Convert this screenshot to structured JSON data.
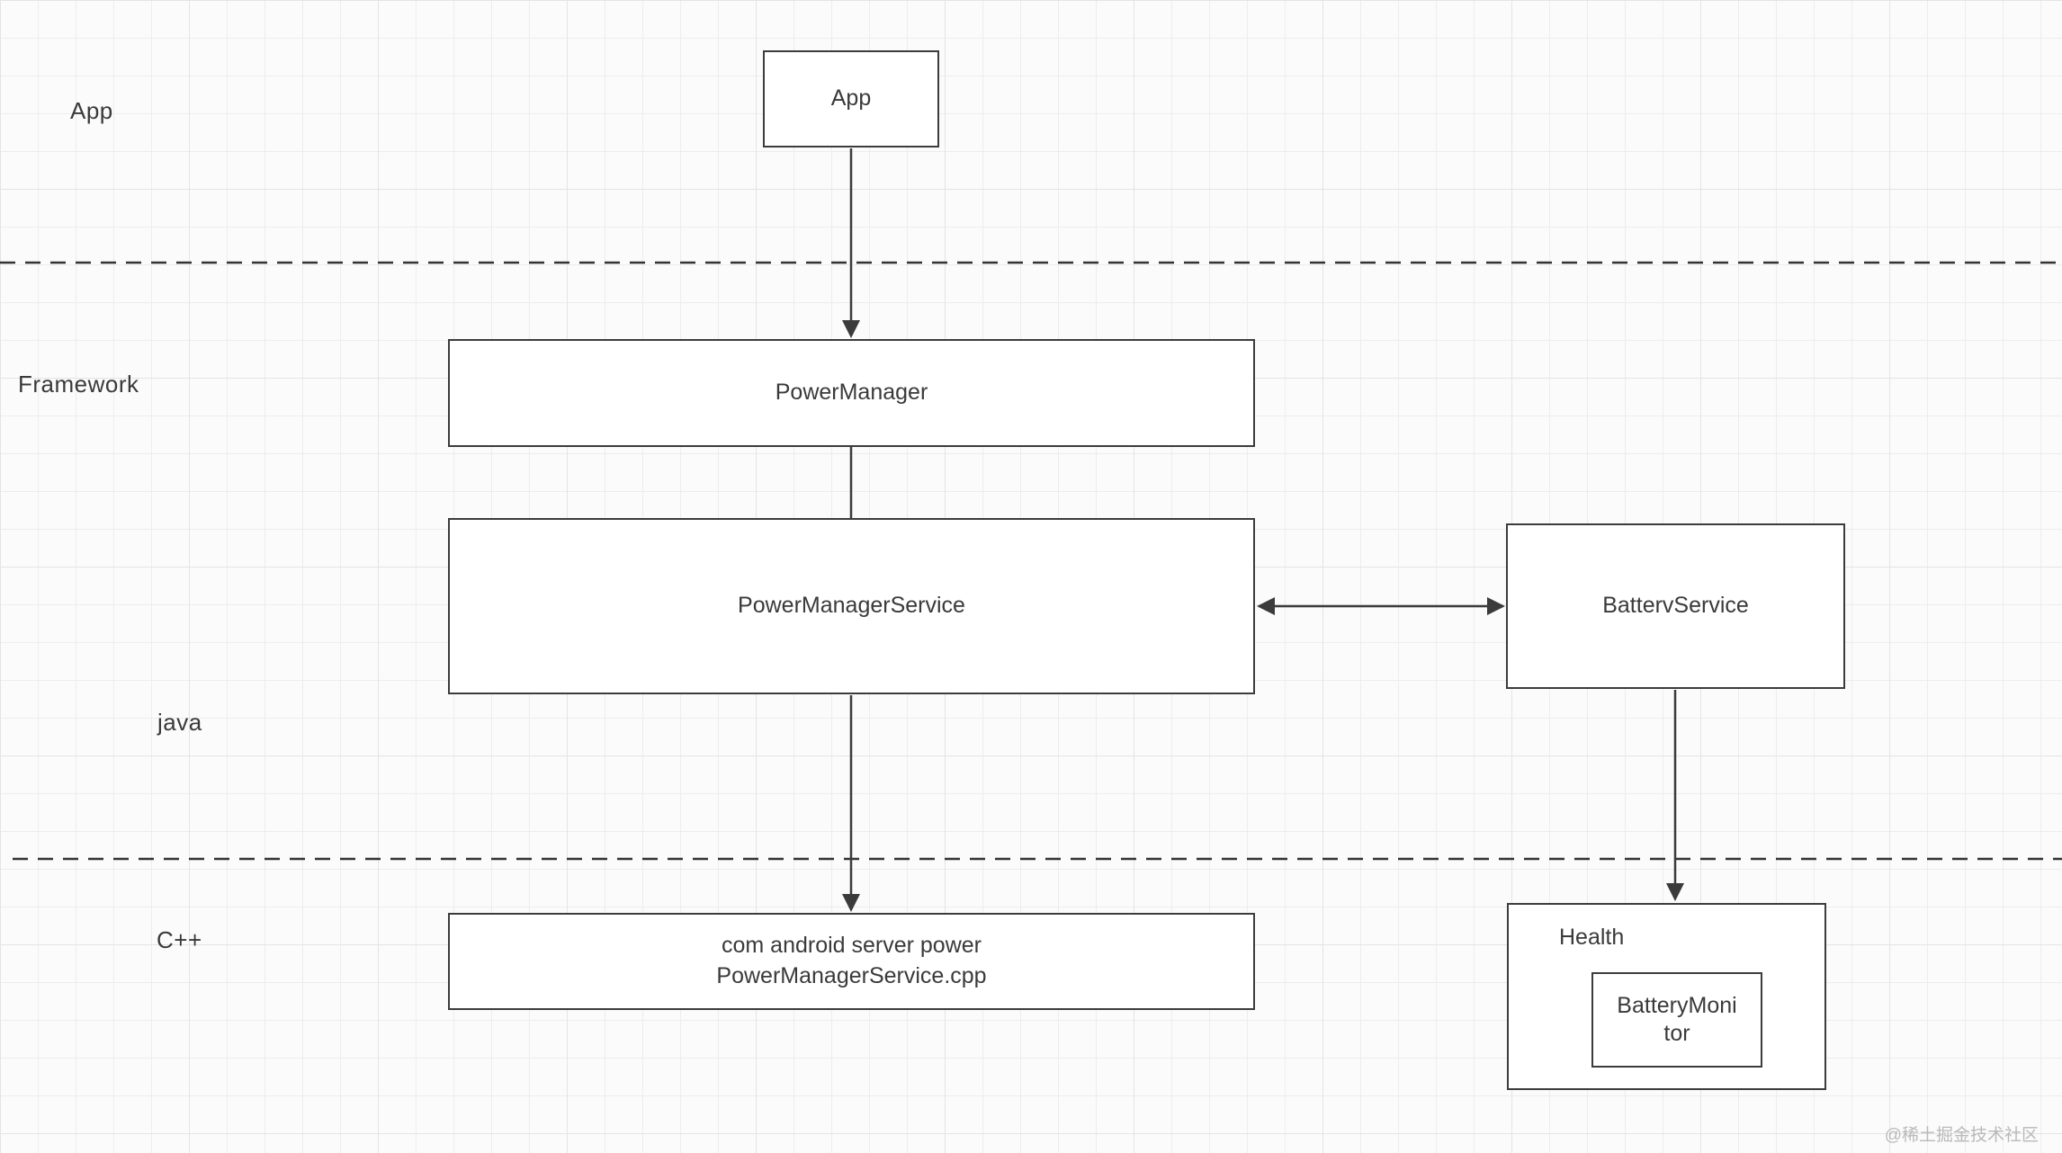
{
  "canvas": {
    "watermark": "@稀土掘金技术社区"
  },
  "layers": {
    "app": {
      "label": "App"
    },
    "framework": {
      "label": "Framework"
    },
    "java": {
      "label": "java"
    },
    "cpp": {
      "label": "C++"
    }
  },
  "nodes": {
    "app": {
      "label": "App"
    },
    "power_manager": {
      "label": "PowerManager"
    },
    "power_manager_service": {
      "label": "PowerManagerService"
    },
    "battery_service": {
      "label": "BattervService"
    },
    "pms_cpp": {
      "label": "com android server power\nPowerManagerService.cpp"
    },
    "health": {
      "label": "Health"
    },
    "battery_monitor": {
      "label": "BatteryMoni\ntor"
    }
  },
  "colors": {
    "background": "#fbfbfb",
    "grid": "#ededed",
    "box_background": "#ffffff",
    "box_border": "#3c3c3c",
    "connector": "#3b3b3b",
    "text": "#3a3a3a",
    "watermark": "#b9b9b9"
  }
}
